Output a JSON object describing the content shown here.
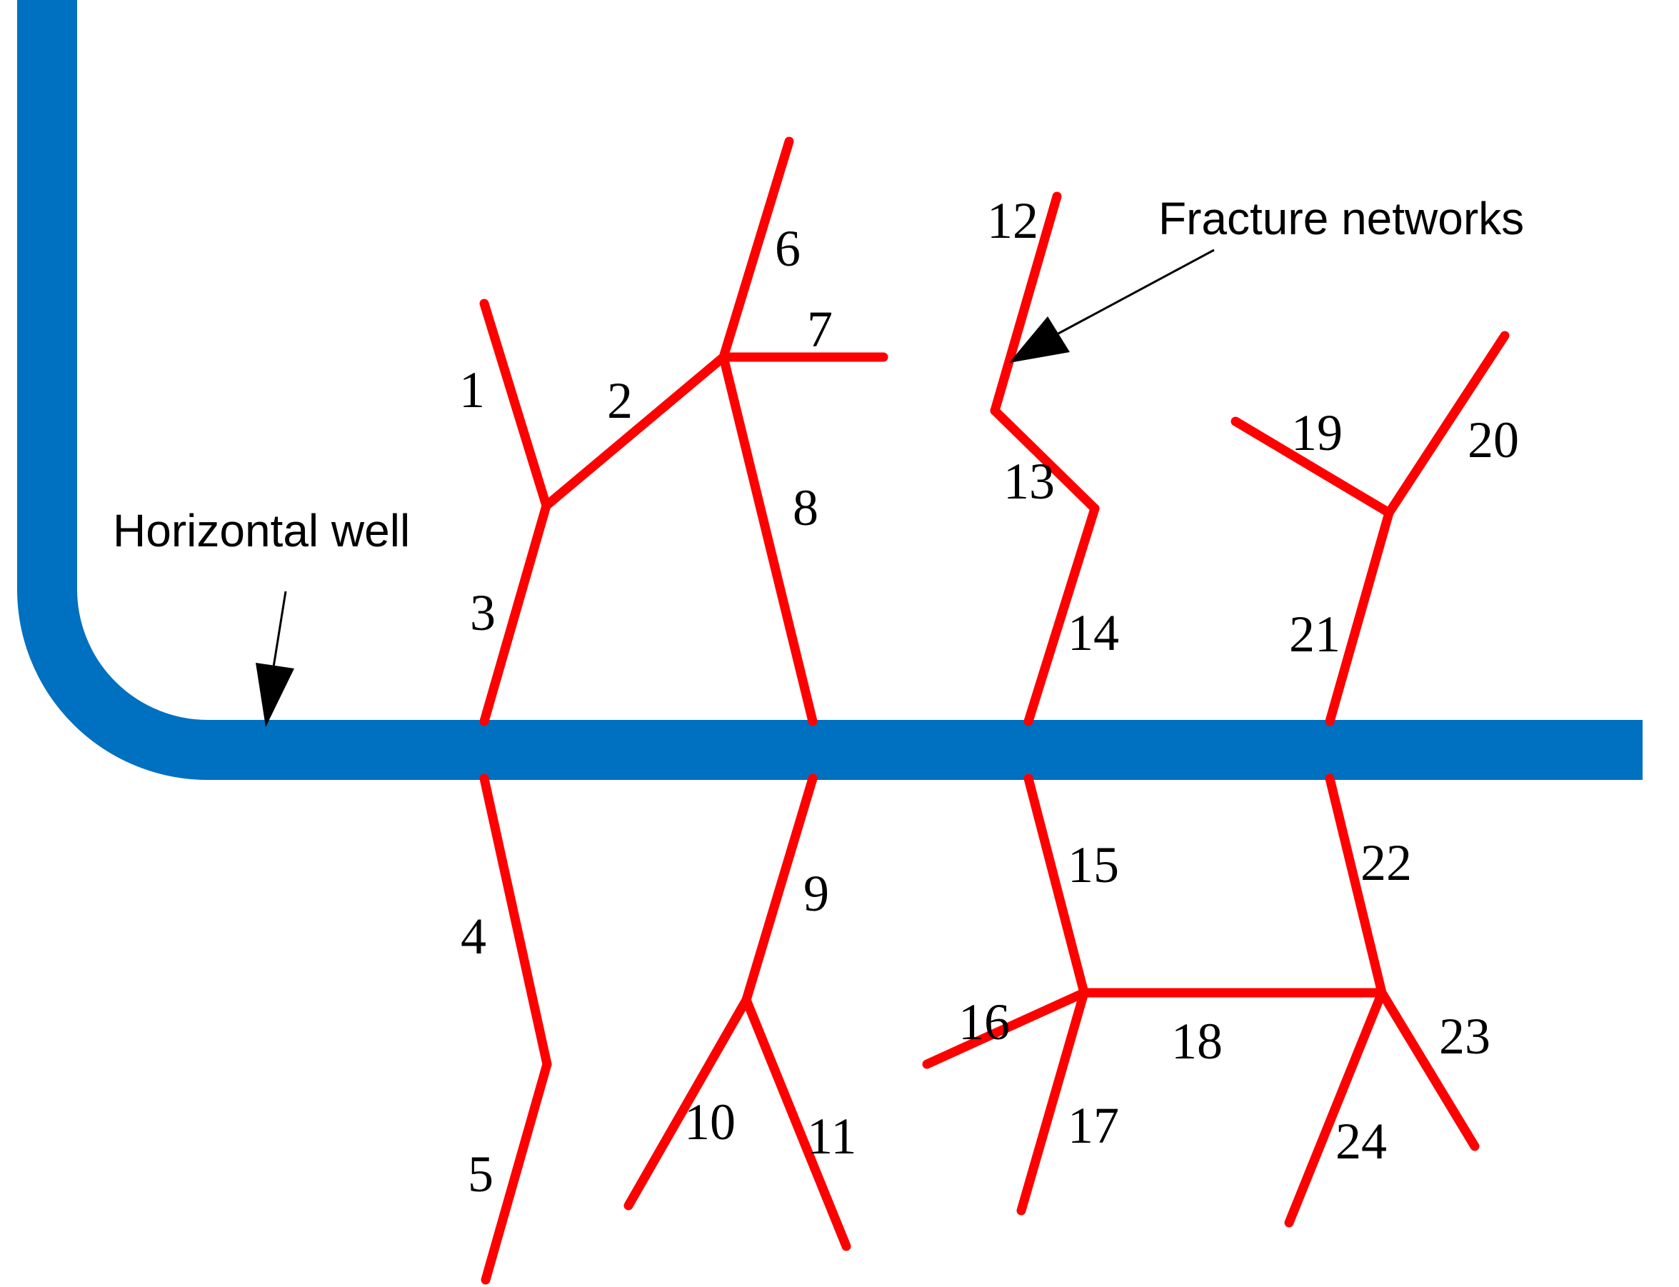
{
  "annotations": {
    "horizontal_well": "Horizontal well",
    "fracture_networks": "Fracture networks"
  },
  "segment_labels": [
    "1",
    "2",
    "3",
    "4",
    "5",
    "6",
    "7",
    "8",
    "9",
    "10",
    "11",
    "12",
    "13",
    "14",
    "15",
    "16",
    "17",
    "18",
    "19",
    "20",
    "21",
    "22",
    "23",
    "24"
  ],
  "colors": {
    "well": "#0070C0",
    "fracture": "#FF0000",
    "text": "#000000",
    "background": "#FFFFFF"
  }
}
